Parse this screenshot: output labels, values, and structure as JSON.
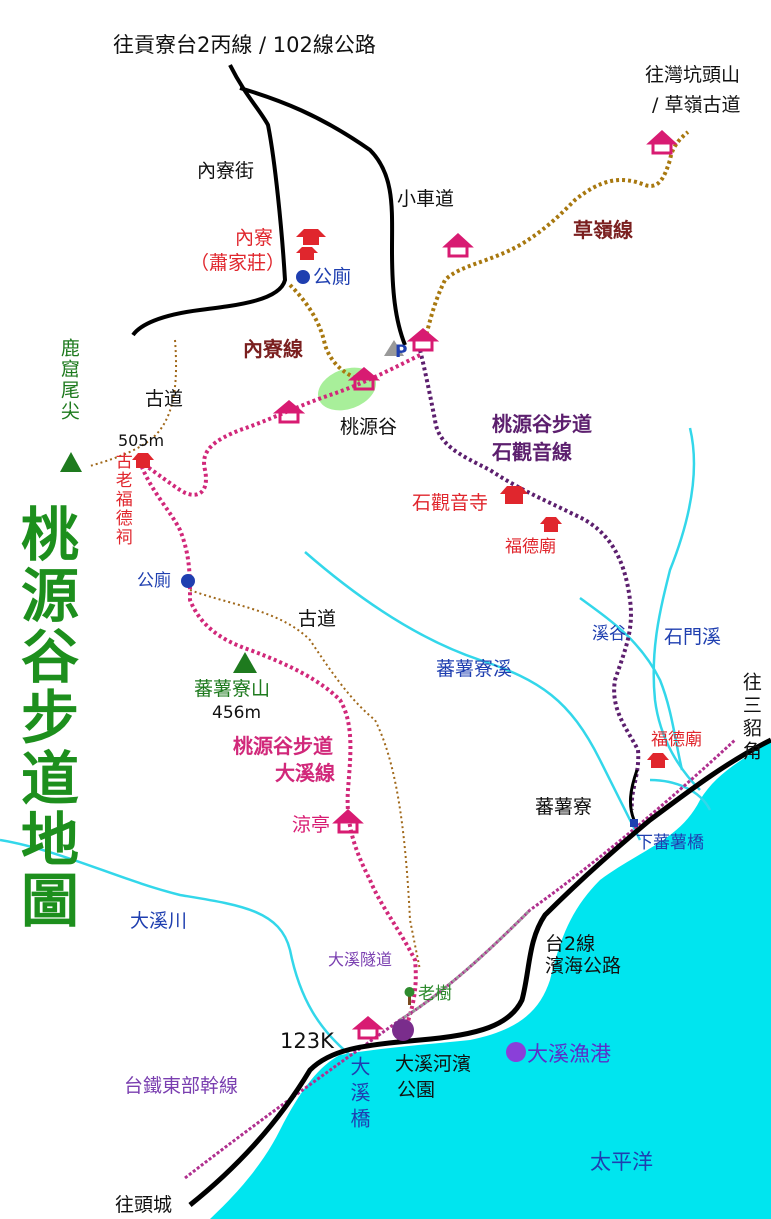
{
  "title": "桃源谷步道地圖",
  "title_color": "#1d8f1d",
  "colors": {
    "sea": "#00e5ef",
    "river": "#33d7ea",
    "road": "#000000",
    "railway": "#b0308f",
    "trail_daxi": "#d1287a",
    "trail_shiguanyin": "#5c1f6e",
    "trail_neiliao_caoling": "#a8780f",
    "old_road": "#a0681a",
    "valley_highlight": "#a8ef9a"
  },
  "labels": {
    "to_gongliao": "往貢寮台2丙線 / 102線公路",
    "to_wankeng_1": "往灣坑頭山",
    "to_wankeng_2": "/ 草嶺古道",
    "neiliao_street": "內寮街",
    "small_car_road": "小車道",
    "caoling_line": "草嶺線",
    "neiliao": "內寮",
    "xiao_family": "（蕭家莊）",
    "toilet_top": "公廁",
    "neiliao_line": "內寮線",
    "parking": "P",
    "taoyuan_valley": "桃源谷",
    "guanyin_trail_1": "桃源谷步道",
    "guanyin_trail_2": "石觀音線",
    "shiguanyin_temple": "石觀音寺",
    "fude_temple_mid": "福德廟",
    "luku_tail": "鹿窟尾尖",
    "old_road_left": "古道",
    "peak_505": "505m",
    "old_fude_shrine": "古老福德祠",
    "toilet_left": "公廁",
    "old_road_mid": "古道",
    "xishu_mountain": "蕃薯寮山",
    "peak_456": "456m",
    "fanshuliao_creek": "蕃薯寮溪",
    "stream_valley": "溪谷",
    "shimen_creek": "石門溪",
    "daxi_trail_1": "桃源谷步道",
    "daxi_trail_2": "大溪線",
    "to_sandiao": "往三貂角",
    "fude_temple_coast": "福德廟",
    "fanshuliao": "蕃薯寮",
    "lower_fanshu_bridge": "下蕃薯橋",
    "pavilion": "涼亭",
    "daxi_river": "大溪川",
    "highway_1": "台2線",
    "highway_2": "濱海公路",
    "daxi_tunnel": "大溪隧道",
    "old_tree": "老樹",
    "km_marker": "123K",
    "daxi_riverside_park_1": "大溪河濱",
    "daxi_riverside_park_2": "公園",
    "daxi_fishing_port": "大溪漁港",
    "daxi_bridge": "大溪橋",
    "railway": "台鐵東部幹線",
    "pacific": "太平洋",
    "to_toucheng": "往頭城"
  }
}
